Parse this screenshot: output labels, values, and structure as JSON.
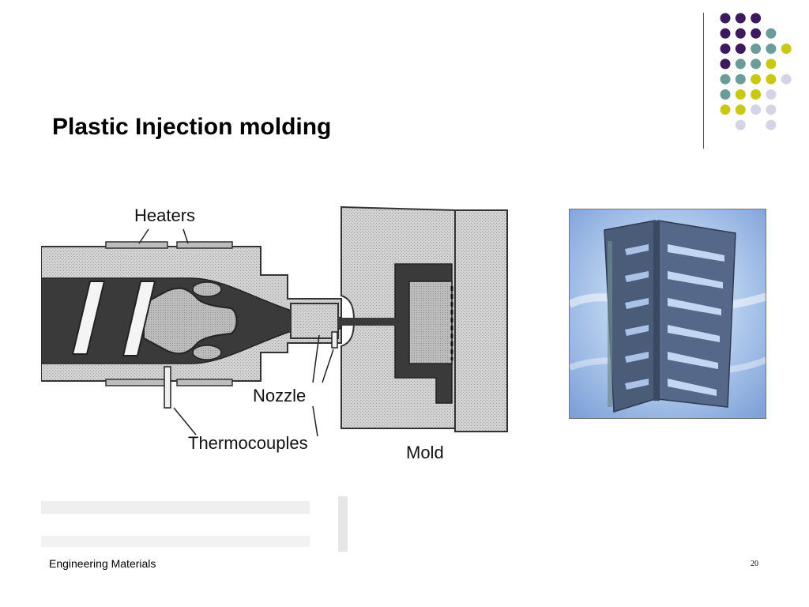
{
  "slide": {
    "title": "Plastic Injection molding",
    "footer": "Engineering Materials",
    "page_number": "20"
  },
  "diagram": {
    "labels": {
      "heaters": "Heaters",
      "nozzle": "Nozzle",
      "thermocouples": "Thermocouples",
      "mold": "Mold"
    }
  },
  "theme": {
    "dot_colors": {
      "purple": "#3d1a5e",
      "teal": "#6b9c9a",
      "yellow": "#c9c818",
      "lavender": "#d4d4e6"
    },
    "dot_grid": [
      [
        "purple",
        "purple",
        "purple",
        "",
        ""
      ],
      [
        "purple",
        "purple",
        "purple",
        "teal",
        ""
      ],
      [
        "purple",
        "purple",
        "teal",
        "teal",
        "yellow"
      ],
      [
        "purple",
        "teal",
        "teal",
        "yellow",
        ""
      ],
      [
        "teal",
        "teal",
        "yellow",
        "yellow",
        "lavender"
      ],
      [
        "teal",
        "yellow",
        "yellow",
        "lavender",
        ""
      ],
      [
        "yellow",
        "yellow",
        "lavender",
        "lavender",
        ""
      ],
      [
        "",
        "lavender",
        "",
        "lavender",
        ""
      ]
    ]
  }
}
